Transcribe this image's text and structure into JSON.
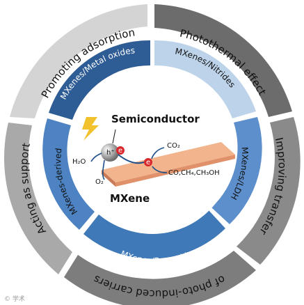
{
  "outer_ring": {
    "promoting_adsorption": "Promoting adsorption",
    "photothermal_effect": "Photothermal effect",
    "improving_transfer_line1": "Improving transfer",
    "improving_transfer_line2": "of photo-induced carriers",
    "acting_as_support": "Acting as support"
  },
  "inner_ring": {
    "metal_oxides": "MXenes/Metal oxides",
    "nitrides": "MXenes/Nitrides",
    "ldh": "MXenes/LDH",
    "perovskite": "MXenes/Perovskite",
    "derived": "MXenes-derived"
  },
  "center": {
    "semiconductor": "Semiconductor",
    "mxene": "MXene",
    "h2o": "H₂O",
    "o2": "O₂",
    "co2": "CO₂",
    "products": "CO,CH₄,CH₃OH",
    "hole": "h⁺",
    "electron": "e"
  },
  "watermark": "© 学术"
}
